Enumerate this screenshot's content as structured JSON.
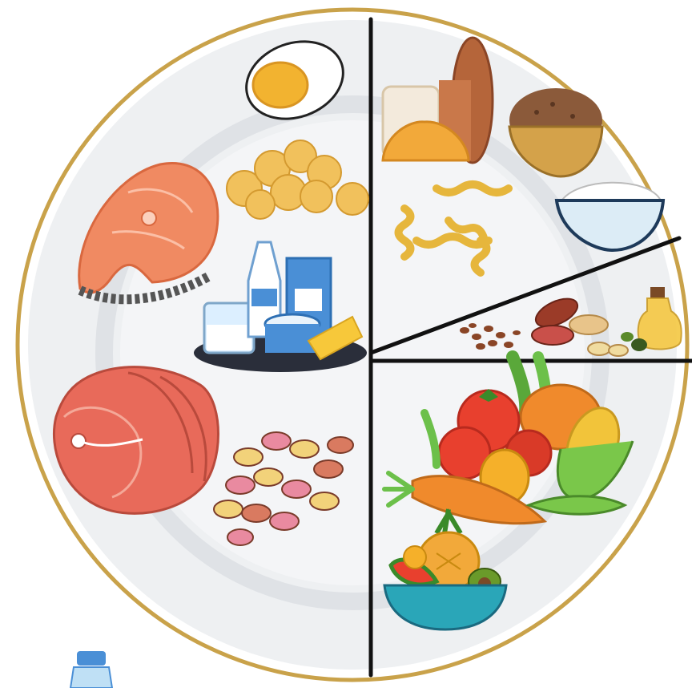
{
  "palette": {
    "plate_rim": "#c9a24a",
    "plate": "#eef0f2",
    "plate_inner": "#e3e6ea",
    "divider": "#111111",
    "salmon": "#f08a62",
    "meat": "#e86a5a",
    "egg_yolk": "#f2b330",
    "grain": "#e8c36a",
    "vegetable_green": "#6cc04a",
    "tomato": "#e8402e",
    "carrot": "#f08a2c",
    "water": "#bfe0f5"
  },
  "sections": [
    {
      "id": "protein",
      "icons": [
        "egg-icon",
        "chickpeas-icon",
        "salmon-steak-icon",
        "dairy-products-icon",
        "meat-roast-icon",
        "beans-icon"
      ]
    },
    {
      "id": "grains",
      "icons": [
        "bread-icon",
        "buckwheat-bowl-icon",
        "rice-bowl-icon",
        "pasta-icon"
      ]
    },
    {
      "id": "fats",
      "icons": [
        "seeds-icon",
        "peanuts-icon",
        "oil-bottle-icon"
      ]
    },
    {
      "id": "vegetables-fruits",
      "icons": [
        "vegetables-icon",
        "fruit-bowl-icon"
      ]
    },
    {
      "id": "hydration",
      "icons": [
        "water-bottle-icon"
      ]
    }
  ]
}
